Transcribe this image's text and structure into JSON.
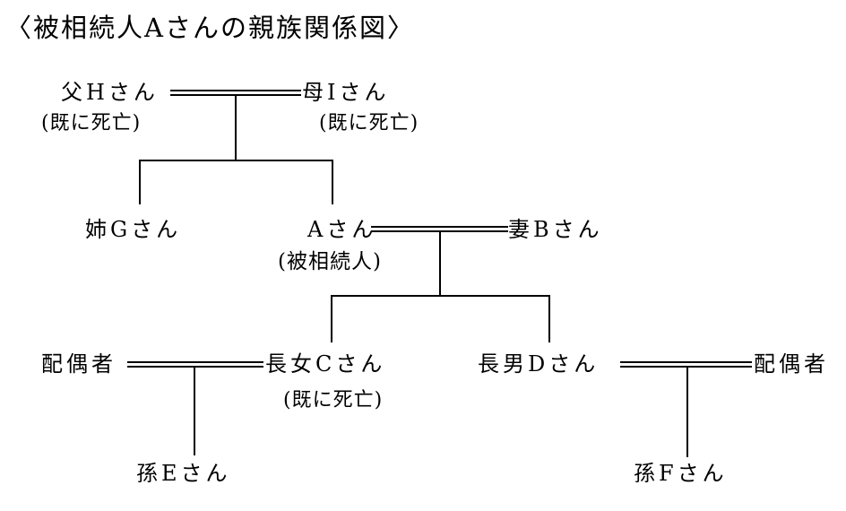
{
  "title": "〈被相続人Aさんの親族関係図〉",
  "people": {
    "father": {
      "name": "父Hさん",
      "note": "(既に死亡)"
    },
    "mother": {
      "name": "母Iさん",
      "note": "(既に死亡)"
    },
    "sister_g": {
      "name": "姉Gさん"
    },
    "decedent_a": {
      "name": "Aさん",
      "note": "(被相続人)"
    },
    "wife_b": {
      "name": "妻Bさん"
    },
    "spouse_of_c": {
      "name": "配偶者"
    },
    "daughter_c": {
      "name": "長女Cさん",
      "note": "(既に死亡)"
    },
    "son_d": {
      "name": "長男Dさん"
    },
    "spouse_of_d": {
      "name": "配偶者"
    },
    "grandchild_e": {
      "name": "孫Eさん"
    },
    "grandchild_f": {
      "name": "孫Fさん"
    }
  }
}
